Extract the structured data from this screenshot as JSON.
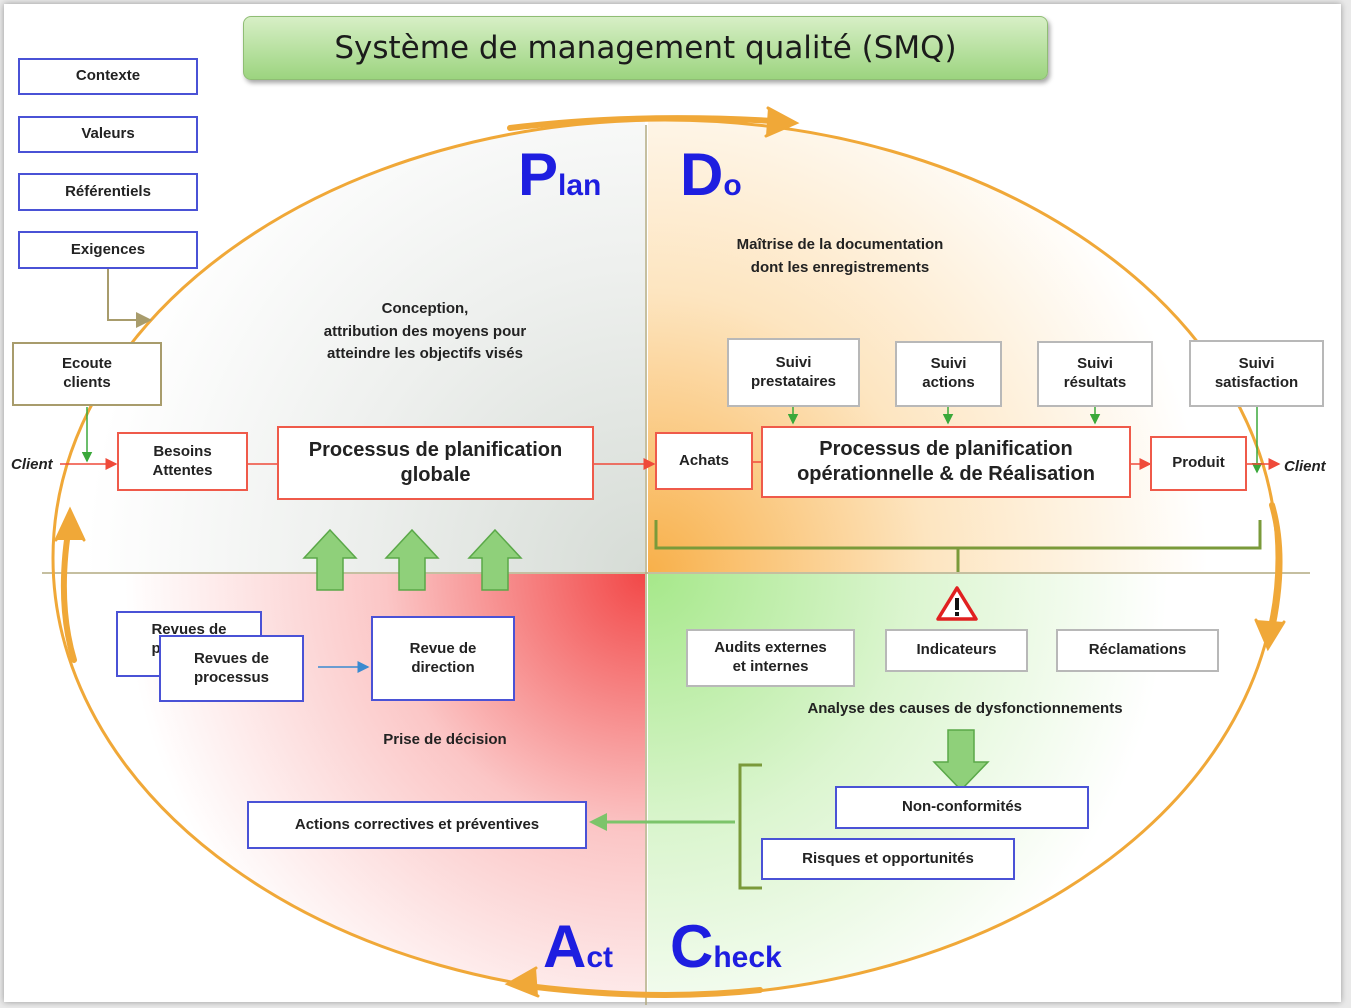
{
  "title": "Système de management qualité (SMQ)",
  "pdca": {
    "plan": {
      "initial": "P",
      "rest": "lan"
    },
    "do": {
      "initial": "D",
      "rest": "o"
    },
    "act": {
      "initial": "A",
      "rest": "ct"
    },
    "check": {
      "initial": "C",
      "rest": "heck"
    }
  },
  "inputs": [
    "Contexte",
    "Valeurs",
    "Référentiels",
    "Exigences"
  ],
  "ecoute_clients": "Ecoute\nclients",
  "client_in": "Client",
  "client_out": "Client",
  "besoins": "Besoins\nAttentes",
  "proc_globale": "Processus de planification\nglobale",
  "conception": "Conception,\nattribution des moyens pour\natteindre les objectifs visés",
  "maitrise_doc": "Maîtrise de la documentation\ndont les enregistrements",
  "suivis": [
    "Suivi\nprestataires",
    "Suivi\nactions",
    "Suivi\nrésultats",
    "Suivi\nsatisfaction"
  ],
  "achats": "Achats",
  "proc_operationnelle": "Processus de planification\nopérationnelle & de Réalisation",
  "produit": "Produit",
  "revues_back": "Revues de\nprocessus",
  "revues_front": "Revues de\nprocessus",
  "revue_direction": "Revue de\ndirection",
  "prise_decision": "Prise de décision",
  "audits": "Audits externes\net internes",
  "indicateurs": "Indicateurs",
  "reclamations": "Réclamations",
  "analyse_causes": "Analyse des causes de dysfonctionnements",
  "non_conformites": "Non-conformités",
  "risques": "Risques et opportunités",
  "actions_correctives": "Actions correctives et préventives",
  "colors": {
    "plan_accent": "#1e1ee0",
    "cycle_arrow": "#f0a838",
    "green_arrow": "#7cc46a",
    "do_fill": "#f8b24a",
    "act_fill": "#f24c4c",
    "check_fill": "#a8e68e"
  }
}
